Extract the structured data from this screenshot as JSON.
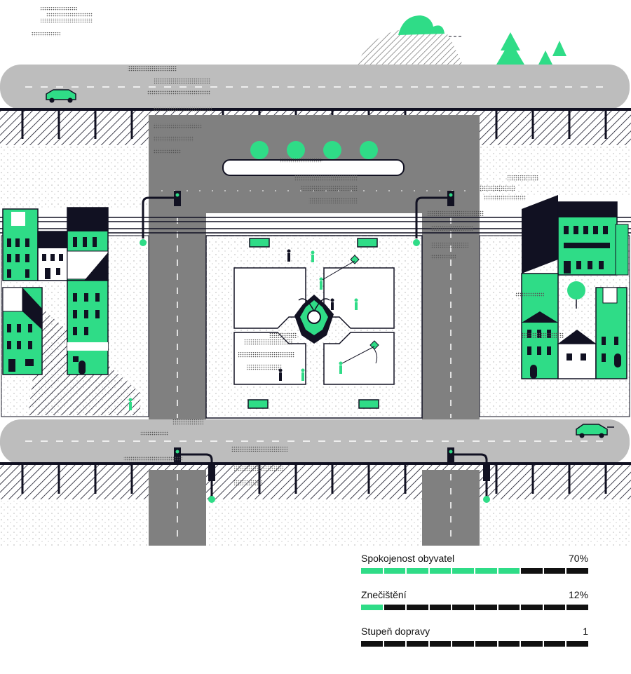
{
  "colors": {
    "accent": "#2fdc87",
    "road": "#bdbdbd",
    "street": "#808080",
    "ink": "#111122",
    "ground": "#ffffff"
  },
  "scene": {
    "objects": [
      "tree-icon",
      "car-icon",
      "traffic-light-icon",
      "bench-icon",
      "fountain-icon",
      "person-icon",
      "kite-icon",
      "building-icon",
      "cloud-icon"
    ]
  },
  "stats": [
    {
      "label": "Spokojenost obyvatel",
      "value_text": "70%",
      "fraction": 0.7
    },
    {
      "label": "Znečištění",
      "value_text": "12%",
      "fraction": 0.12
    },
    {
      "label": "Stupeň dopravy",
      "value_text": "1",
      "fraction": 0
    }
  ],
  "stats_segments": 10
}
